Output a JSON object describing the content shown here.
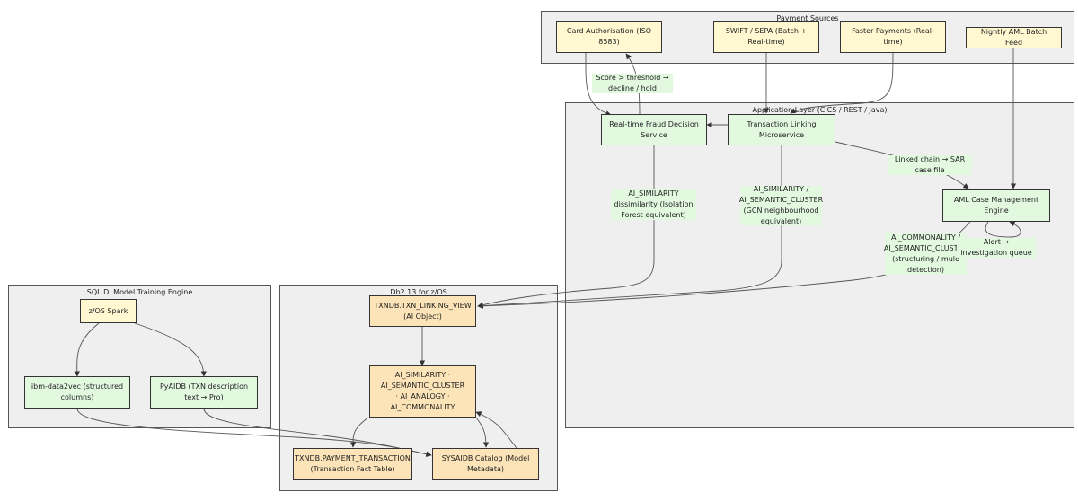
{
  "clusters": {
    "payment_sources": "Payment Sources",
    "application_layer": "Application Layer (CICS / REST / Java)",
    "model_training": "SQL DI Model Training Engine",
    "db2": "Db2 13 for z/OS"
  },
  "nodes": {
    "card_auth": "Card Authorisation (ISO 8583)",
    "swift_sepa": "SWIFT / SEPA (Batch + Real-time)",
    "faster_payments": "Faster Payments (Real-time)",
    "aml_batch": "Nightly AML Batch Feed",
    "fraud_service": "Real-time Fraud Decision Service",
    "linking_service": "Transaction Linking Microservice",
    "aml_engine": "AML Case Management Engine",
    "zos_spark": "z/OS Spark",
    "data2vec": "ibm-data2vec (structured columns)",
    "pyaidb": "PyAIDB (TXN description text → Pro)",
    "linking_view": "TXNDB.TXN_LINKING_VIEW (AI Object)",
    "ai_functions": "AI_SIMILARITY · AI_SEMANTIC_CLUSTER · AI_ANALOGY · AI_COMMONALITY",
    "payment_txn": "TXNDB.PAYMENT_TRANSACTION (Transaction Fact Table)",
    "sysaidb": "SYSAIDB Catalog (Model Metadata)"
  },
  "edge_labels": {
    "score_threshold": "Score > threshold → decline / hold",
    "linked_chain": "Linked chain → SAR case file",
    "ai_similarity": "AI_SIMILARITY dissimilarity (Isolation Forest equivalent)",
    "ai_semantic": "AI_SIMILARITY / AI_SEMANTIC_CLUSTER (GCN neighbourhood equivalent)",
    "ai_commonality": "AI_COMMONALITY / AI_SEMANTIC_CLUSTER (structuring / mule detection)",
    "alert": "Alert → investigation queue"
  },
  "colors": {
    "source_fill": "#fff8d0",
    "service_fill": "#e2f9e0",
    "db_fill": "#fce4b8",
    "cluster_fill": "#efefef",
    "edge": "#333333"
  }
}
